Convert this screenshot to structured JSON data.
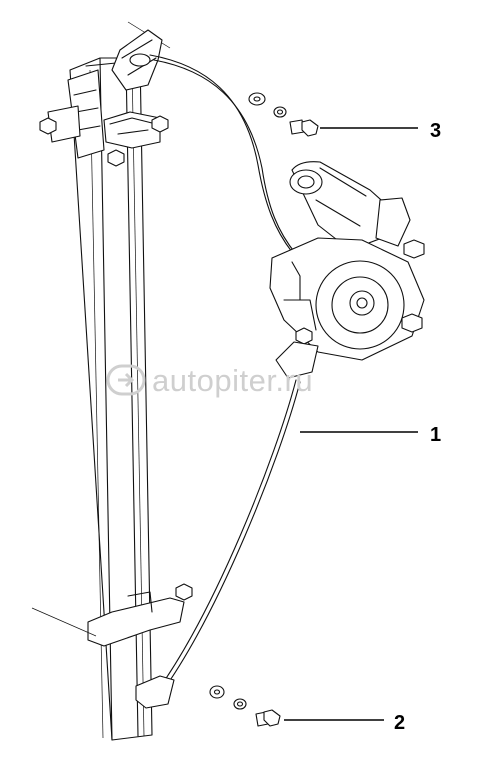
{
  "diagram": {
    "callouts": [
      {
        "id": "callout-1",
        "label": "1"
      },
      {
        "id": "callout-2",
        "label": "2"
      },
      {
        "id": "callout-3",
        "label": "3"
      }
    ],
    "watermark": {
      "text": "autopiter.ru"
    }
  }
}
